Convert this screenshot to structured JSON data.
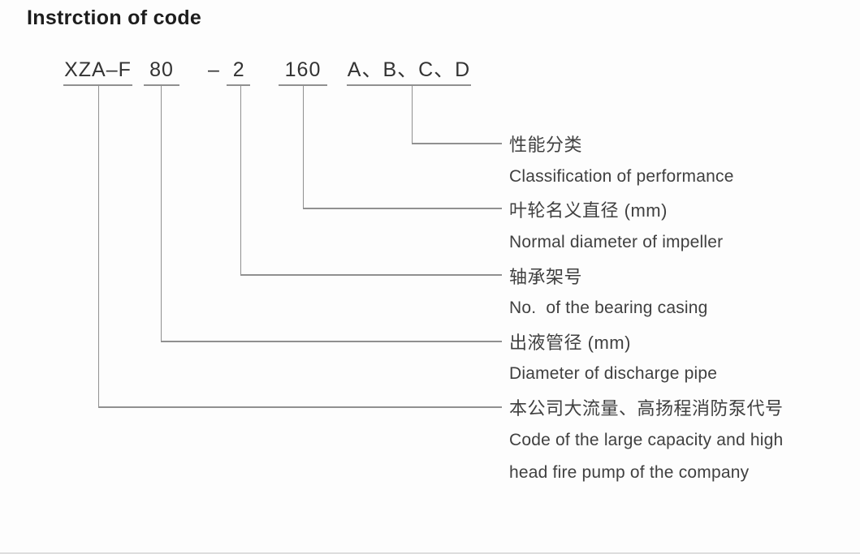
{
  "title": "Instrction of code",
  "code": {
    "segments": [
      {
        "meaning": "company-fire-pump-code",
        "text": "XZA–F"
      },
      {
        "meaning": "discharge-pipe-diameter",
        "text": "80"
      },
      {
        "meaning": "bearing-casing-number",
        "text": "–  2"
      },
      {
        "meaning": "impeller-diameter",
        "text": "160"
      },
      {
        "meaning": "performance-classification",
        "text": "A、B、C、D"
      }
    ]
  },
  "legend": {
    "entries": [
      {
        "cn": "性能分类",
        "en": "Classification of performance"
      },
      {
        "cn": "叶轮名义直径 (mm)",
        "en": "Normal diameter of impeller"
      },
      {
        "cn": "轴承架号",
        "en": "No.  of the bearing casing"
      },
      {
        "cn": "出液管径 (mm)",
        "en": "Diameter of discharge pipe"
      },
      {
        "cn": "本公司大流量、高扬程消防泵代号",
        "en": "Code of the large capacity and high",
        "en2": "head fire pump of the company"
      }
    ]
  },
  "colors": {
    "title_text": "#1d1d1d",
    "code_text": "#333333",
    "label_text": "#404040",
    "connector_line": "#909090",
    "background": "#fdfdfd"
  }
}
